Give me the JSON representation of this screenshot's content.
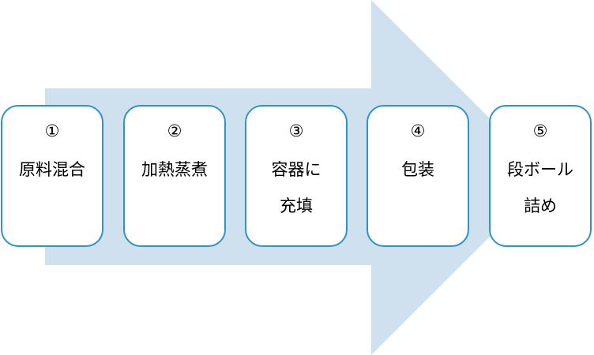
{
  "diagram": {
    "arrow_color": "#cfe0ef",
    "box_border_color": "#2e93c6",
    "box_fill_color": "#ffffff",
    "steps": [
      {
        "num": "①",
        "lines": [
          "原料混合",
          ""
        ]
      },
      {
        "num": "②",
        "lines": [
          "加熱蒸煮",
          ""
        ]
      },
      {
        "num": "③",
        "lines": [
          "容器に",
          "充填"
        ]
      },
      {
        "num": "④",
        "lines": [
          "包装",
          ""
        ]
      },
      {
        "num": "⑤",
        "lines": [
          "段ボール",
          "詰め"
        ]
      }
    ]
  }
}
